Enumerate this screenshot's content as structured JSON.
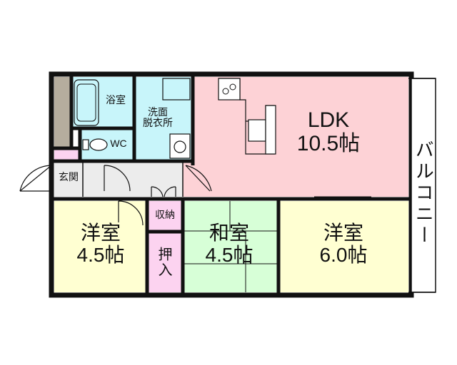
{
  "rooms": {
    "bath": {
      "label": "浴室"
    },
    "washroom": {
      "line1": "洗面",
      "line2": "脱衣所"
    },
    "wc": {
      "label": "WC"
    },
    "entrance": {
      "label": "玄関"
    },
    "ldk": {
      "line1": "LDK",
      "line2": "10.5帖"
    },
    "western_left": {
      "line1": "洋室",
      "line2": "4.5帖"
    },
    "japanese": {
      "line1": "和室",
      "line2": "4.5帖"
    },
    "western_right": {
      "line1": "洋室",
      "line2": "6.0帖"
    },
    "storage": {
      "label": "収納"
    },
    "closet": {
      "label": "押入"
    },
    "balcony": {
      "label": "バルコニー"
    }
  },
  "colors": {
    "ldk": "#fdd2d6",
    "western": "#ffffd2",
    "japanese": "#d7ffd7",
    "wet": "#c8f5fa",
    "storage": "#fcd3f0",
    "hall": "#ececec",
    "wall": "#111111",
    "shaft": "#b5ad9e"
  }
}
